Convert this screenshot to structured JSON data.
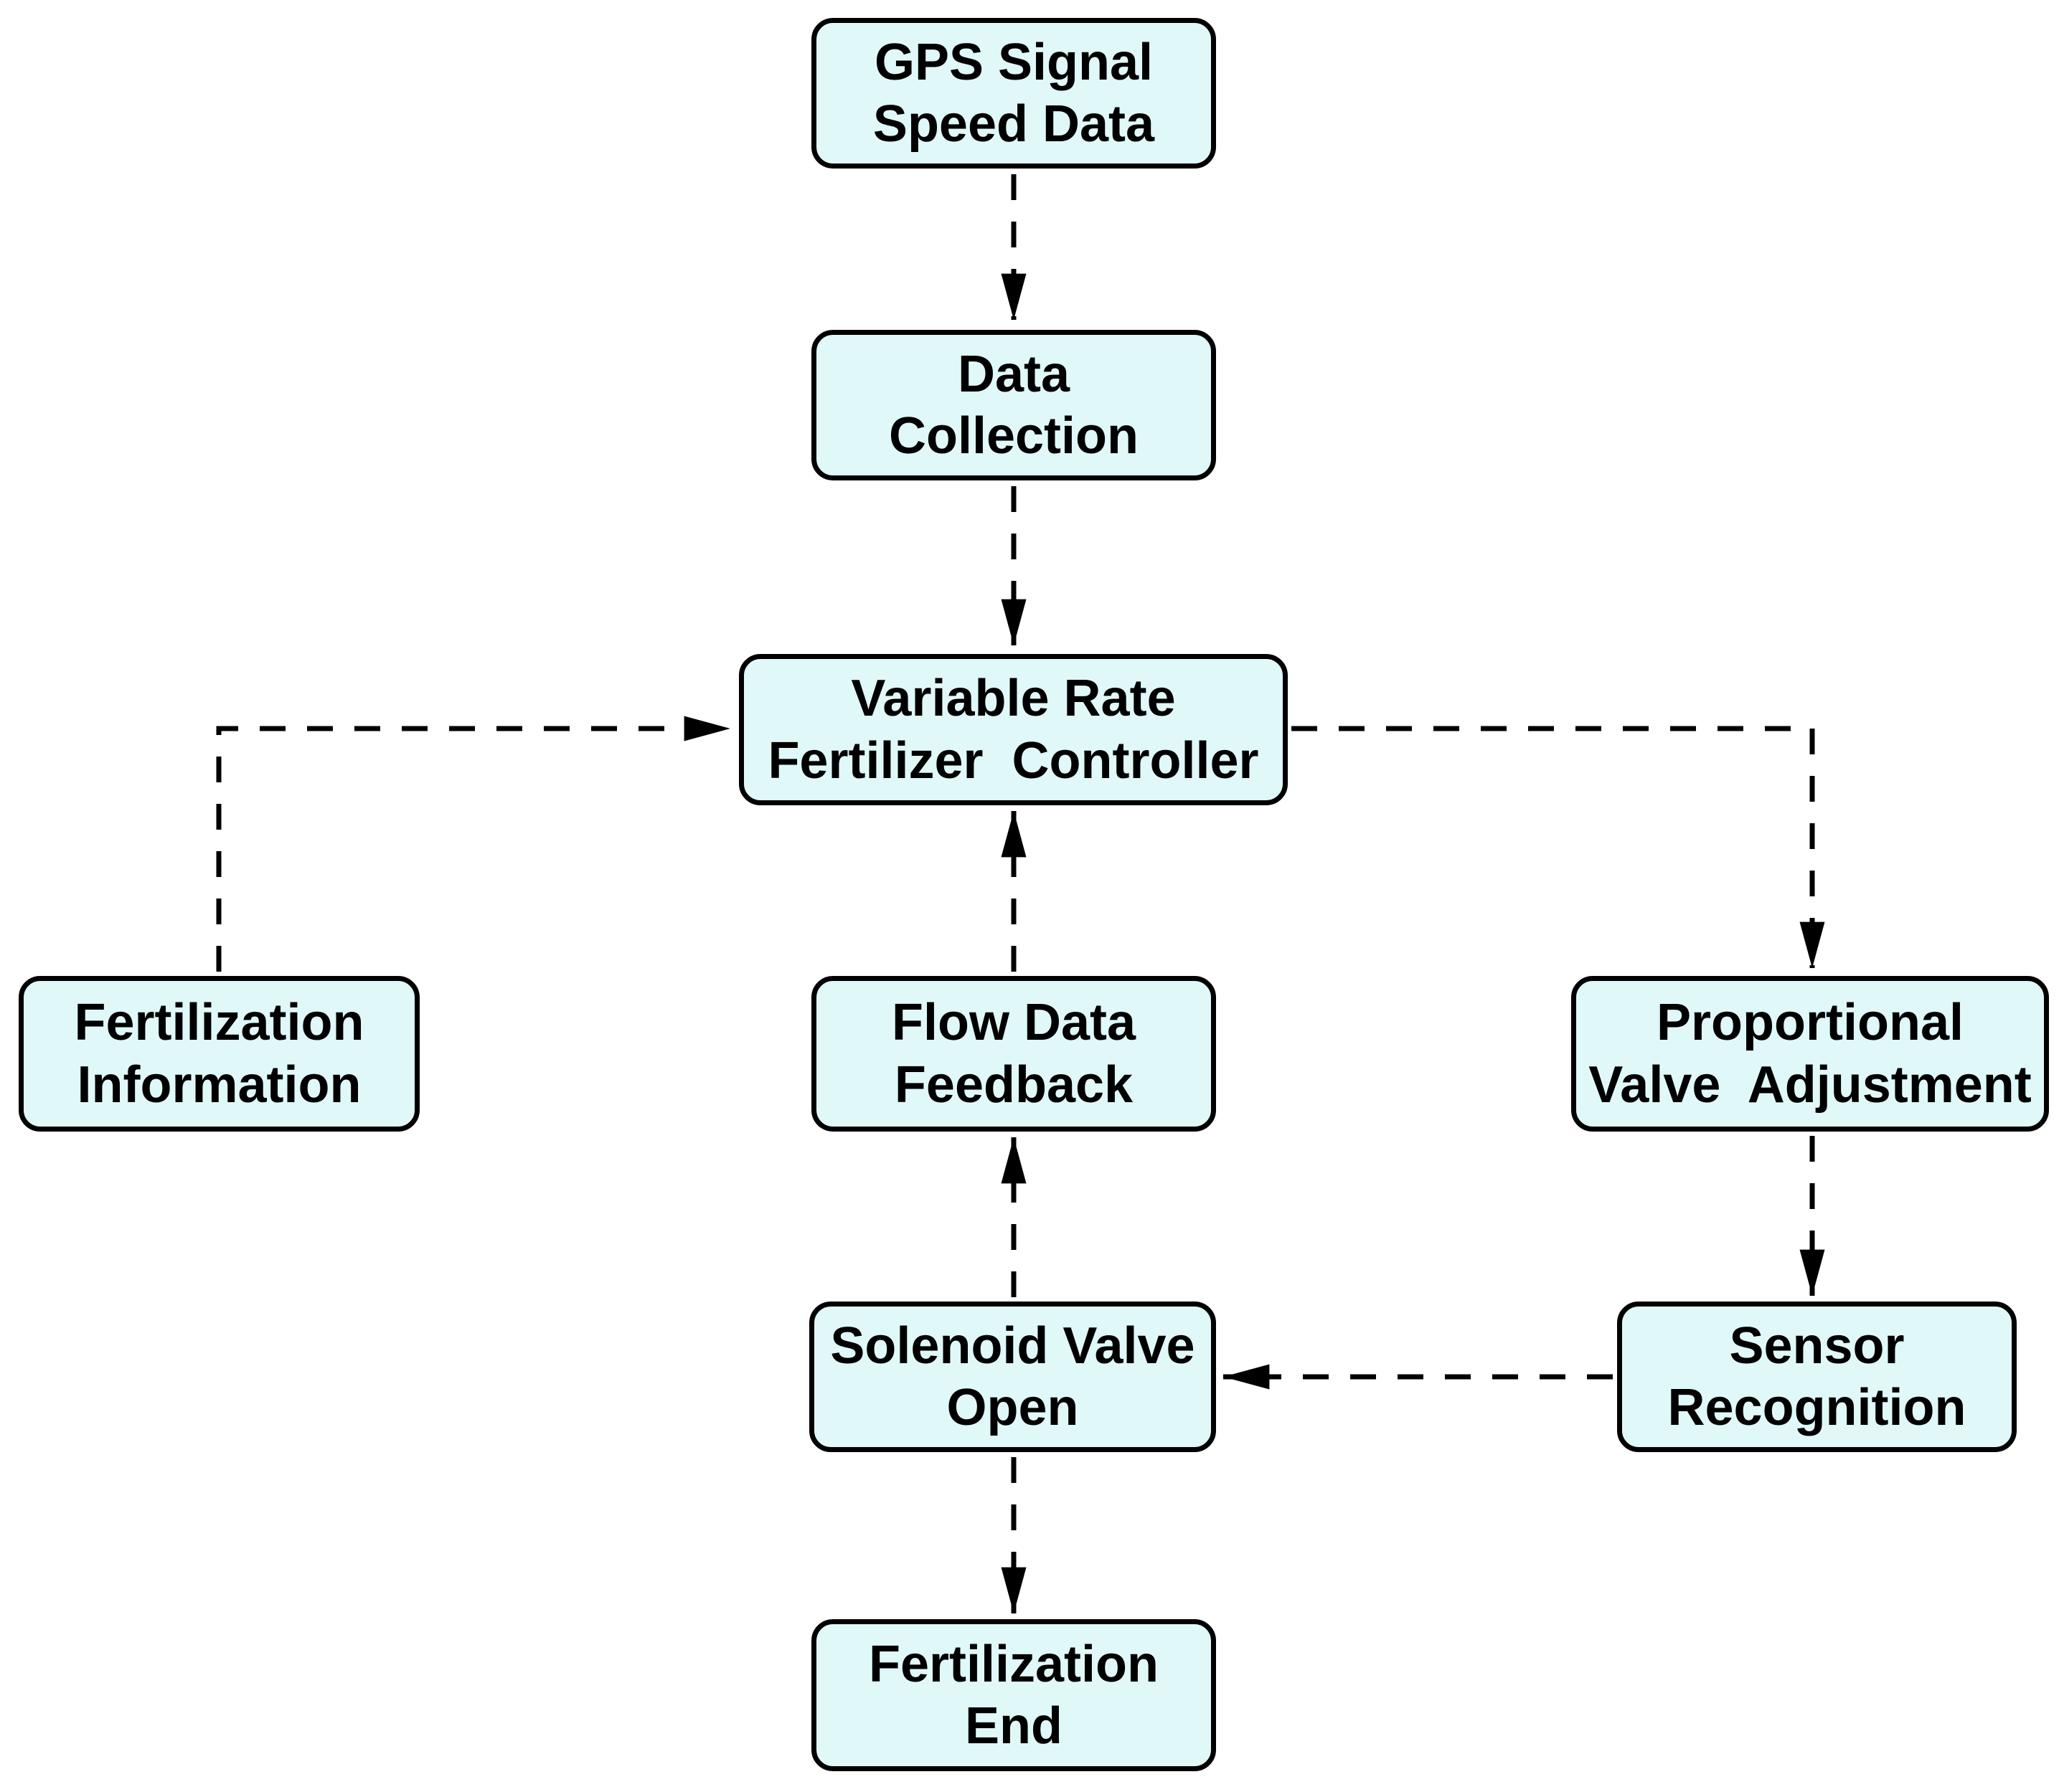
{
  "diagram": {
    "type": "flowchart",
    "background_color": "#ffffff",
    "node_fill_color": "#e0f8f8",
    "node_border_color": "#000000",
    "text_color": "#000000",
    "connector_color": "#000000",
    "connector_style": "dashed",
    "nodes": {
      "gps_signal": {
        "label": "GPS Signal\nSpeed Data"
      },
      "data_collection": {
        "label": "Data\nCollection"
      },
      "vr_controller": {
        "label": "Variable Rate\nFertilizer  Controller"
      },
      "fertilization_info": {
        "label": "Fertilization\nInformation"
      },
      "flow_feedback": {
        "label": "Flow Data\nFeedback"
      },
      "proportional_valve": {
        "label": "Proportional\nValve  Adjustment"
      },
      "solenoid_valve": {
        "label": "Solenoid Valve\nOpen"
      },
      "sensor_recognition": {
        "label": "Sensor\nRecognition"
      },
      "fertilization_end": {
        "label": "Fertilization\nEnd"
      }
    },
    "edges": [
      {
        "from": "gps_signal",
        "to": "data_collection"
      },
      {
        "from": "data_collection",
        "to": "vr_controller"
      },
      {
        "from": "fertilization_info",
        "to": "vr_controller"
      },
      {
        "from": "vr_controller",
        "to": "proportional_valve"
      },
      {
        "from": "proportional_valve",
        "to": "sensor_recognition"
      },
      {
        "from": "sensor_recognition",
        "to": "solenoid_valve"
      },
      {
        "from": "solenoid_valve",
        "to": "flow_feedback"
      },
      {
        "from": "flow_feedback",
        "to": "vr_controller"
      },
      {
        "from": "solenoid_valve",
        "to": "fertilization_end"
      }
    ]
  }
}
